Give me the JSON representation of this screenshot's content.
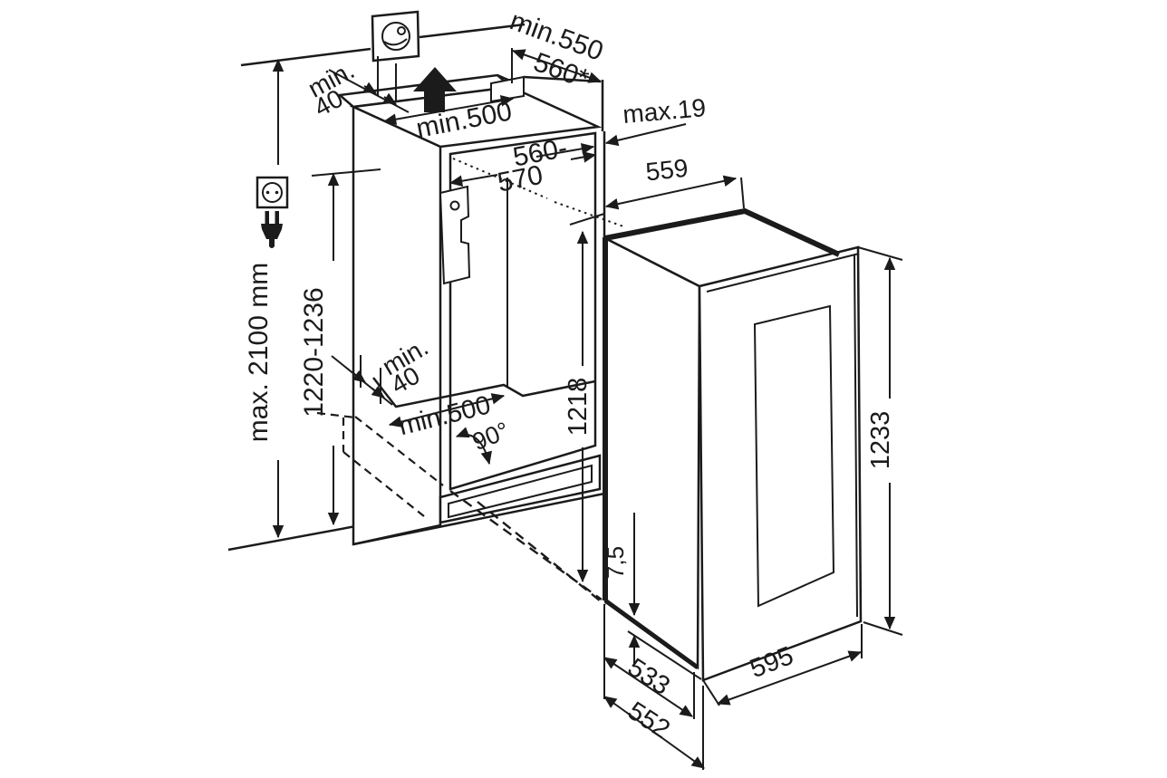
{
  "diagram": {
    "title": "built-in appliance niche installation drawing",
    "labels": {
      "ceiling_height": "max. 2100 mm",
      "front_height": "1220-1236",
      "top_depth": "min.550",
      "top_depth_alt": "560*",
      "top_gap_word": "min.",
      "top_gap_value": "40",
      "top_vent": "min.500",
      "niche_width_a": "560-",
      "niche_width_b": "570",
      "overlap": "max.19",
      "top_width": "559",
      "niche_height": "1218",
      "base_gap_word": "min.",
      "base_gap_value": "40",
      "base_vent": "min.500",
      "swing_angle": "90°",
      "door_drop": "7,5",
      "body_depth": "533",
      "total_depth": "552",
      "door_width": "595",
      "appliance_height": "1233"
    },
    "icons": [
      "power-socket-icon",
      "power-plug-icon",
      "wall-socket-plate-icon",
      "airflow-up-arrow-icon"
    ],
    "colors": {
      "background": "#ffffff",
      "line": "#1b1b1b",
      "niche_fill": "#d3d3d3",
      "plate_fill": "#e9e9e9"
    }
  }
}
